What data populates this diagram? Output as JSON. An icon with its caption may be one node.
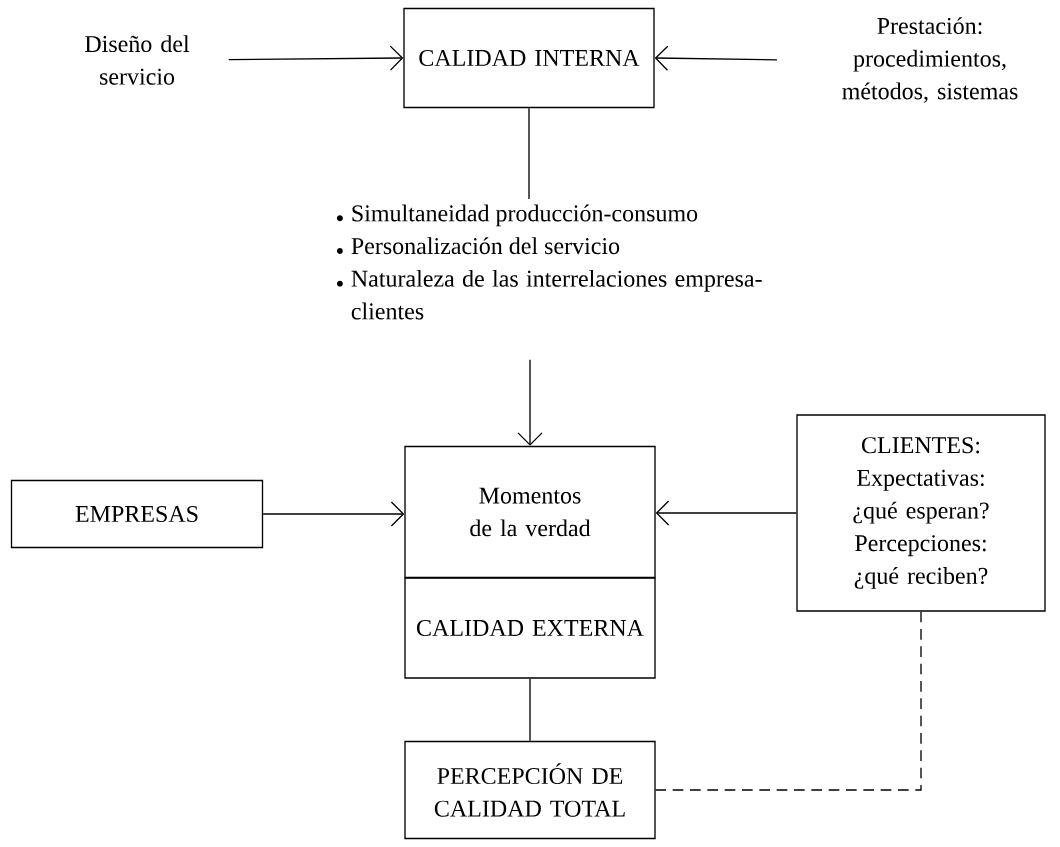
{
  "diagram": {
    "nodes": [
      {
        "text": [
          "Diseño del servicio"
        ]
      },
      {
        "text": [
          "CALIDAD INTERNA"
        ]
      },
      {
        "text": [
          "Prestación: procedimientos, métodos, sistemas"
        ]
      },
      {
        "text": [
          "Simultaneidad producción-consumo",
          "Personalización del servicio",
          "Naturaleza de las interrelaciones empresa-clientes"
        ]
      },
      {
        "text": [
          "EMPRESAS"
        ]
      },
      {
        "text": [
          "Momentos de la verdad"
        ]
      },
      {
        "text": [
          "CALIDAD EXTERNA"
        ]
      },
      {
        "text": [
          "CLIENTES:",
          "Expectativas: ¿qué esperan?",
          "Percepciones: ¿qué reciben?"
        ]
      },
      {
        "text": [
          "PERCEPCIÓN DE CALIDAD TOTAL"
        ]
      }
    ],
    "edges": [
      {
        "from": 0,
        "to": 1,
        "arrow": "to"
      },
      {
        "from": 2,
        "to": 1,
        "arrow": "to"
      },
      {
        "from": 1,
        "to": 3,
        "arrow": "none"
      },
      {
        "from": 3,
        "to": 5,
        "arrow": "to"
      },
      {
        "from": 4,
        "to": 5,
        "arrow": "to"
      },
      {
        "from": 7,
        "to": 5,
        "arrow": "to"
      },
      {
        "from": 6,
        "to": 8,
        "arrow": "none"
      },
      {
        "from": 7,
        "to": 8,
        "arrow": "none",
        "style": "dashed"
      }
    ]
  }
}
